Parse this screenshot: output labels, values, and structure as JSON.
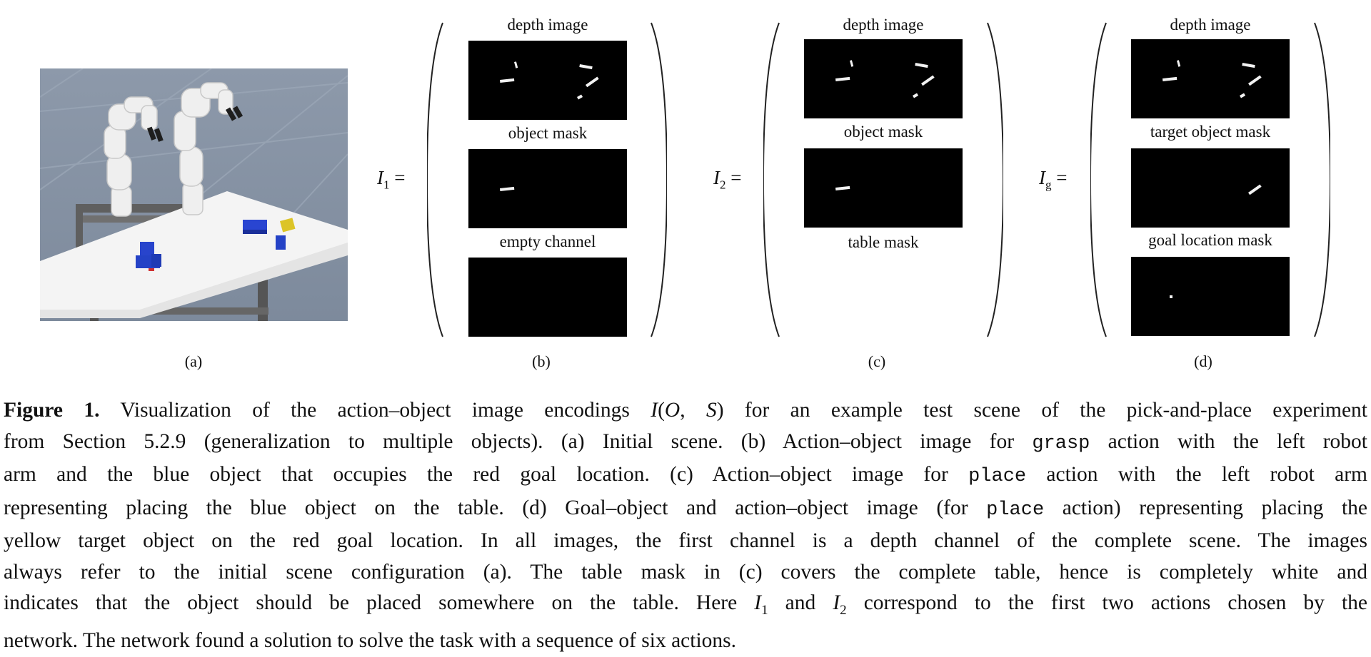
{
  "panels": {
    "a": {
      "label": "(a)"
    },
    "b": {
      "label": "(b)",
      "lhs": "I",
      "lhs_sub": "1",
      "eq": "=",
      "captions": [
        "depth image",
        "object mask",
        "empty channel"
      ]
    },
    "c": {
      "label": "(c)",
      "lhs": "I",
      "lhs_sub": "2",
      "eq": "=",
      "captions": [
        "depth image",
        "object mask",
        "table mask"
      ]
    },
    "d": {
      "label": "(d)",
      "lhs": "I",
      "lhs_sub": "g",
      "eq": "=",
      "captions": [
        "depth image",
        "target object mask",
        "goal location mask"
      ]
    }
  },
  "caption": {
    "lines": [
      [
        {
          "t": "Figure 1.",
          "s": "b"
        },
        {
          "t": " Visualization of the action–object image encodings "
        },
        {
          "t": "I",
          "s": "i"
        },
        {
          "t": "("
        },
        {
          "t": "O",
          "s": "i"
        },
        {
          "t": ", "
        },
        {
          "t": "S",
          "s": "i"
        },
        {
          "t": ") for an example test scene of the pick-and-place experiment"
        }
      ],
      [
        {
          "t": "from Section 5.2.9 (generalization to multiple objects). (a) Initial scene. (b) Action–object image for "
        },
        {
          "t": "grasp",
          "s": "m"
        },
        {
          "t": " action with the left robot"
        }
      ],
      [
        {
          "t": "arm and the blue object that occupies the red goal location. (c) Action–object image for "
        },
        {
          "t": "place",
          "s": "m"
        },
        {
          "t": " action with the left robot arm"
        }
      ],
      [
        {
          "t": "representing placing the blue object on the table. (d) Goal–object and action–object image (for "
        },
        {
          "t": "place",
          "s": "m"
        },
        {
          "t": " action) representing placing the"
        }
      ],
      [
        {
          "t": "yellow target object on the red goal location. In all images, the first channel is a depth channel of the complete scene. The images"
        }
      ],
      [
        {
          "t": "always refer to the initial scene configuration (a). The table mask in (c) covers the complete table, hence is completely white and"
        }
      ],
      [
        {
          "t": "indicates that the object should be placed somewhere on the table. Here "
        },
        {
          "t": "I",
          "s": "i"
        },
        {
          "t": "1",
          "s": "sub"
        },
        {
          "t": " and "
        },
        {
          "t": "I",
          "s": "i"
        },
        {
          "t": "2",
          "s": "sub"
        },
        {
          "t": " correspond to the first two actions chosen by the"
        }
      ],
      [
        {
          "t": "network. The network found a solution to solve the task with a sequence of six actions."
        }
      ]
    ]
  },
  "colors": {
    "blue_object": "#2342c8",
    "yellow_object": "#d8c020",
    "table": "#f2f2f2",
    "floor": "#8593a5"
  }
}
